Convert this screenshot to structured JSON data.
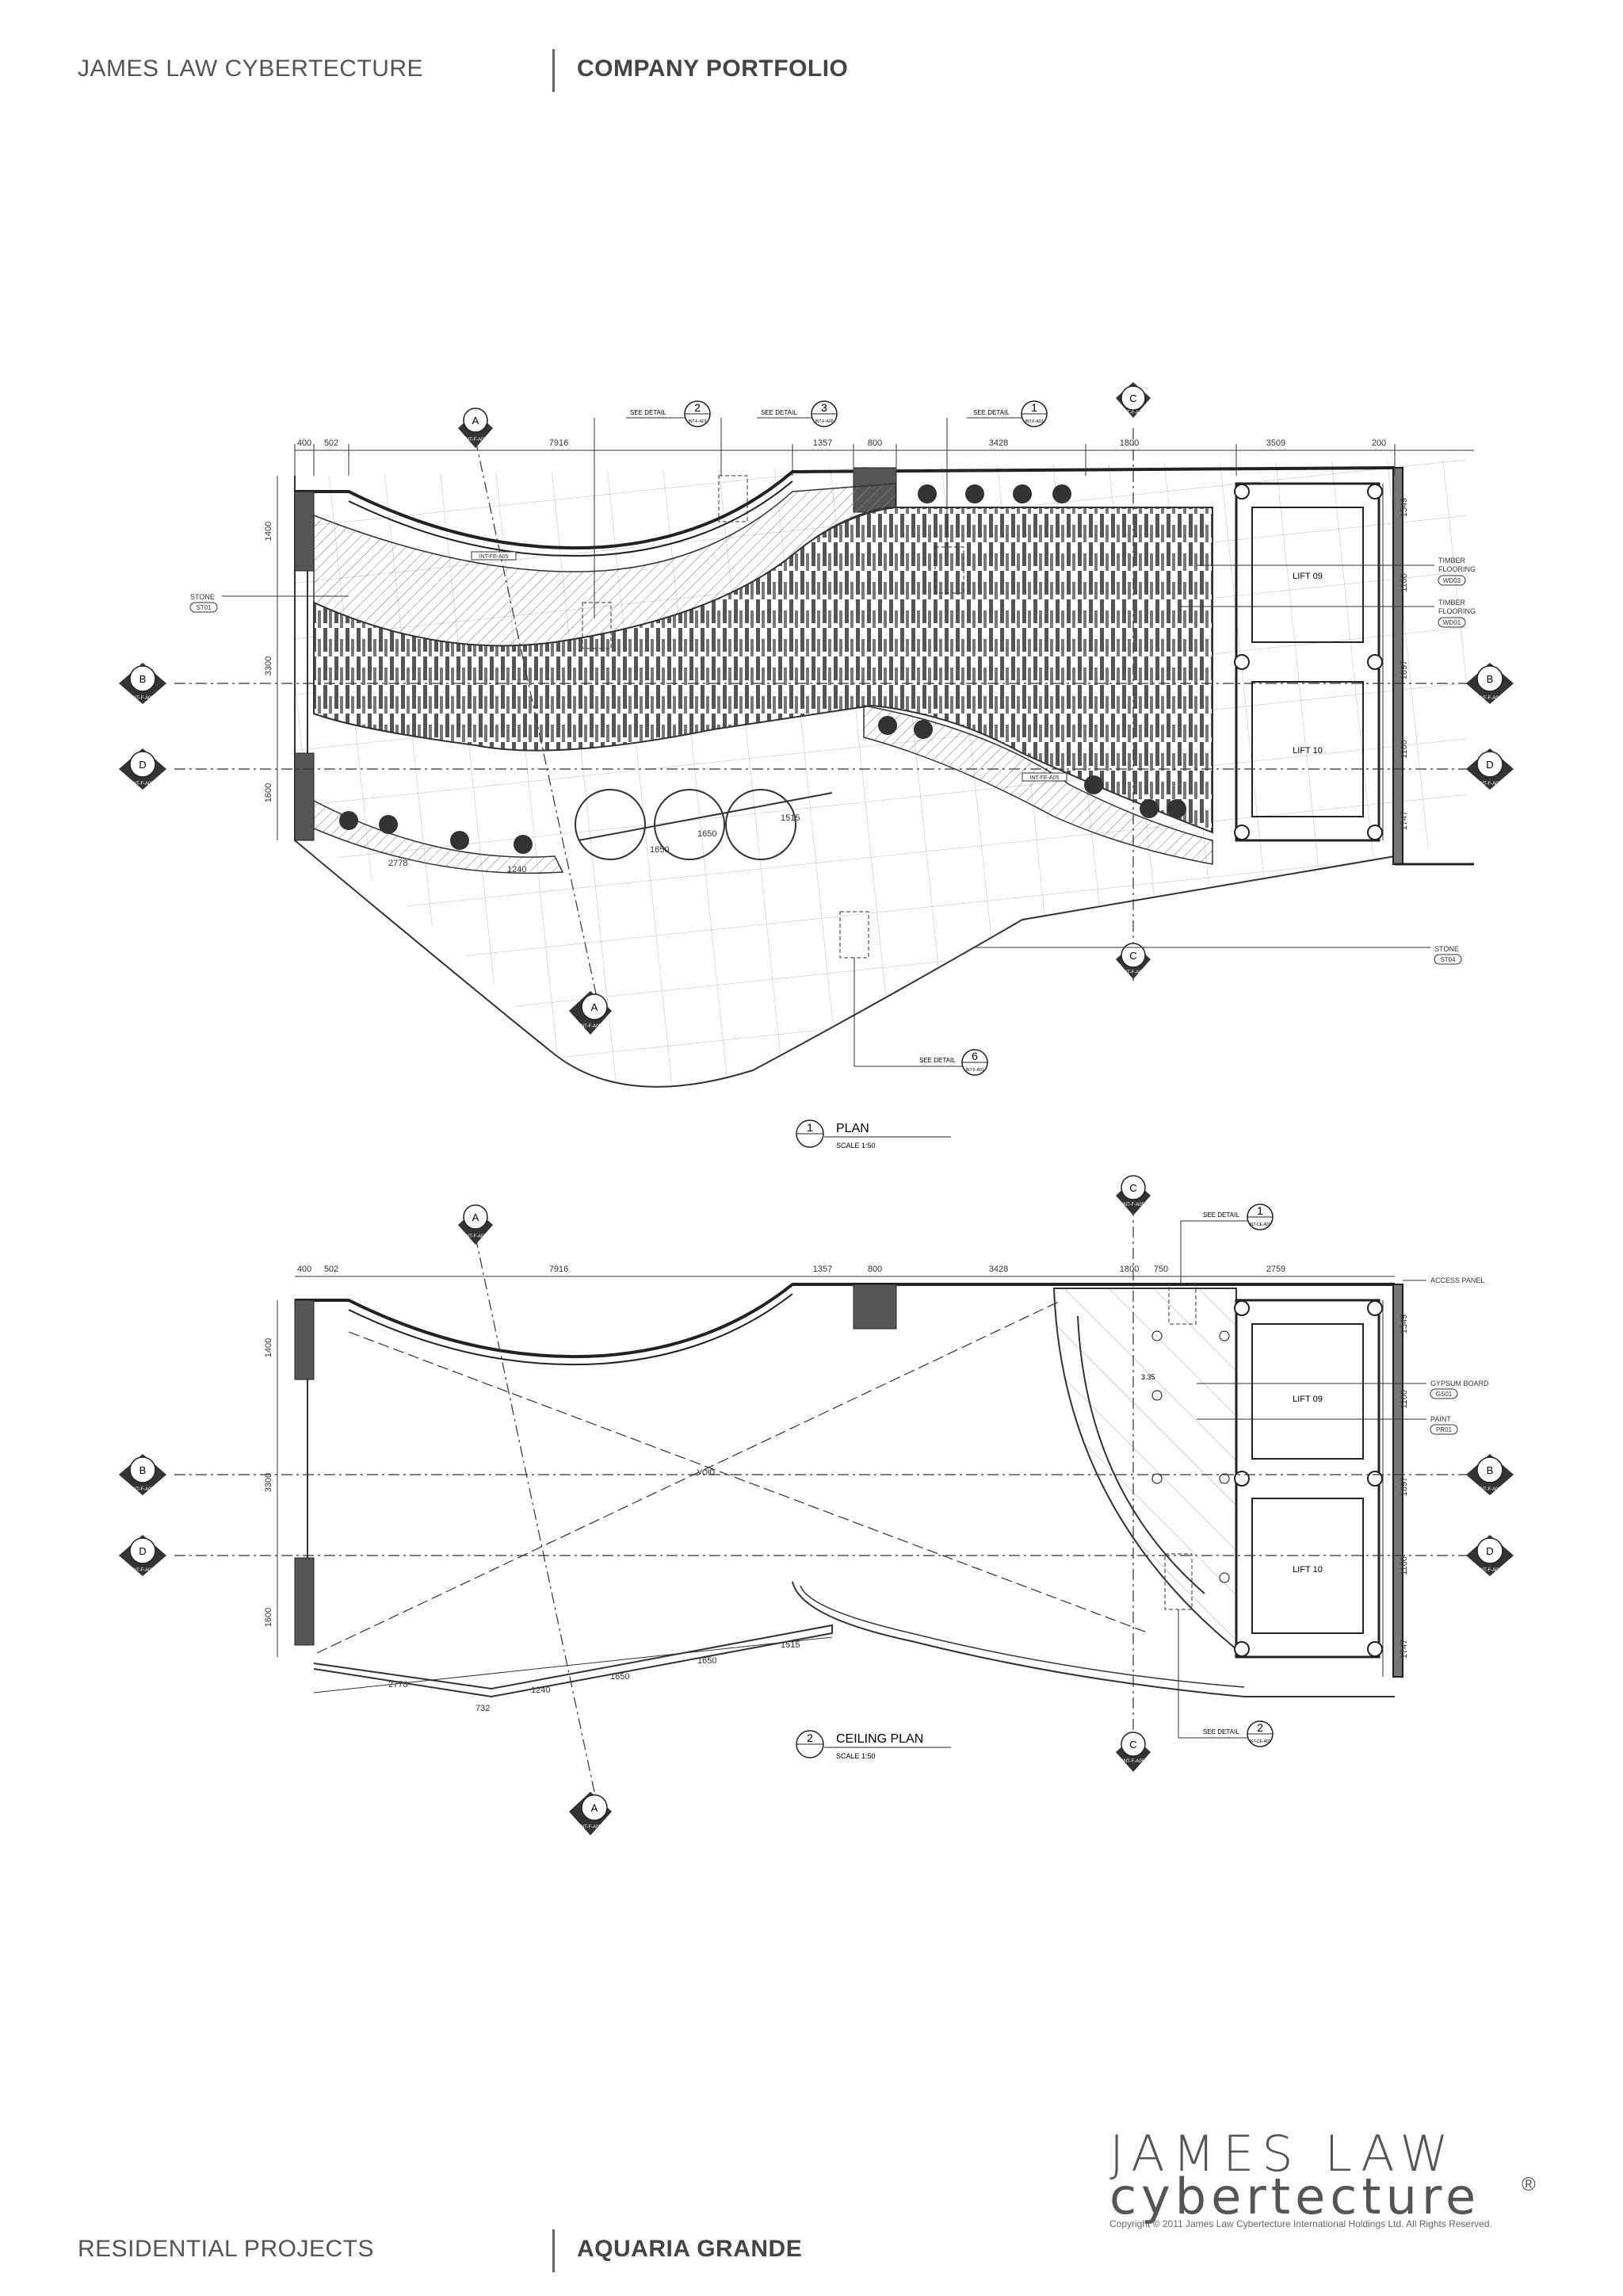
{
  "header": {
    "left": "JAMES LAW CYBERTECTURE",
    "right": "COMPANY PORTFOLIO"
  },
  "footer": {
    "left": "RESIDENTIAL PROJECTS",
    "right": "AQUARIA GRANDE"
  },
  "logo": {
    "line1": "JAMES LAW",
    "line2": "cybertecture",
    "reg": "®",
    "copyright": "Copyright © 2011 James Law Cybertecture International Holdings Ltd. All Rights Reserved."
  },
  "plan": {
    "title_num": "1",
    "title": "PLAN",
    "scale": "SCALE 1:50",
    "dims_top": [
      "400",
      "502",
      "7916",
      "1357",
      "800",
      "3428",
      "1800",
      "3509",
      "200"
    ],
    "dims_left": [
      "1400",
      "3300",
      "1600"
    ],
    "dims_right": [
      "1549",
      "1100",
      "1897",
      "1100",
      "1747"
    ],
    "dims_bottom": [
      "2778",
      "1240",
      "1650",
      "1650",
      "1515"
    ],
    "lifts": [
      "LIFT 09",
      "LIFT 10"
    ],
    "see_detail": "SEE DETAIL",
    "details": [
      {
        "num": "2",
        "ref": "INT-F-A01"
      },
      {
        "num": "3",
        "ref": "INT-F-A02"
      },
      {
        "num": "1",
        "ref": "INT-F-A01"
      },
      {
        "num": "6",
        "ref": "INT-F-A01"
      }
    ],
    "labels": {
      "stone_left": "STONE",
      "stone_left_code": "ST01",
      "timber1_a": "TIMBER",
      "timber1_b": "FLOORING",
      "timber1_code": "WD03",
      "timber2_a": "TIMBER",
      "timber2_b": "FLOORING",
      "timber2_code": "WD01",
      "stone_right": "STONE",
      "stone_right_code": "ST04",
      "fe_tag1": "INT-FE-A05",
      "fe_tag2": "INT-FE-A05"
    },
    "sections": {
      "a": "A",
      "a_ref": "INT-F-A05",
      "b": "B",
      "b_ref": "INT-F-A06",
      "c": "C",
      "c_ref": "INT-F-A05",
      "d": "D",
      "d_ref": "INT-F-A07"
    }
  },
  "ceiling": {
    "title_num": "2",
    "title": "CEILING PLAN",
    "scale": "SCALE 1:50",
    "dims_top": [
      "400",
      "502",
      "7916",
      "1357",
      "800",
      "3428",
      "1800",
      "750",
      "2759"
    ],
    "dims_left": [
      "1400",
      "3300",
      "1600"
    ],
    "dims_right": [
      "1549",
      "1100",
      "1897",
      "1100",
      "1747"
    ],
    "dims_bottom": [
      "2778",
      "1240",
      "1650",
      "1650",
      "1515"
    ],
    "dim_732": "732",
    "level": "3.35",
    "void": "VOID",
    "lifts": [
      "LIFT 09",
      "LIFT 10"
    ],
    "see_detail": "SEE DETAIL",
    "details": [
      {
        "num": "1",
        "ref": "INT-CE-A03"
      },
      {
        "num": "2",
        "ref": "INT-CE-A01"
      }
    ],
    "labels": {
      "access": "ACCESS PANEL",
      "gypsum": "GYPSUM BOARD",
      "gypsum_code": "GS01",
      "paint": "PAINT",
      "paint_code": "PR01"
    },
    "sections": {
      "a": "A",
      "a_ref": "INT-F-A05",
      "b": "B",
      "b_ref": "INT-F-A06",
      "c": "C",
      "c_ref": "INT-F-A05",
      "d": "D",
      "d_ref": "INT-F-A07"
    }
  }
}
